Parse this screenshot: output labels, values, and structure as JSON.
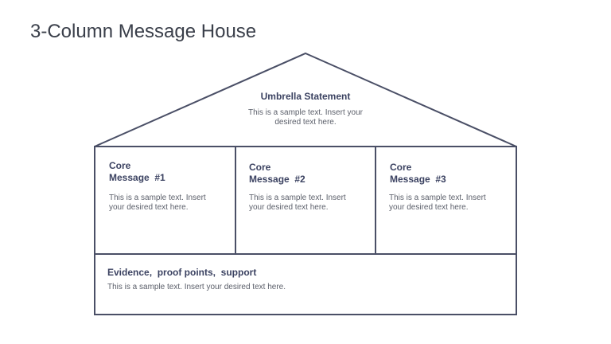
{
  "slide": {
    "title": "3-Column Message House"
  },
  "roof": {
    "heading": "Umbrella Statement",
    "body_line1": "This is a sample text. Insert your",
    "body_line2": "desired text here."
  },
  "columns": [
    {
      "heading_line1": "Core",
      "heading_line2": "Message  #1",
      "body_line1": "This is a sample text. Insert",
      "body_line2": "your desired text here."
    },
    {
      "heading_line1": "Core",
      "heading_line2": "Message  #2",
      "body_line1": "This is a sample text. Insert",
      "body_line2": "your desired text here."
    },
    {
      "heading_line1": "Core",
      "heading_line2": "Message  #3",
      "body_line1": "This is a sample text. Insert",
      "body_line2": "your desired text here."
    }
  ],
  "foundation": {
    "heading": "Evidence,  proof points,  support",
    "body": "This is a sample text. Insert your desired text here."
  },
  "colors": {
    "outline": "#4a4f66",
    "heading": "#3b4261",
    "body": "#5b5f6a"
  }
}
